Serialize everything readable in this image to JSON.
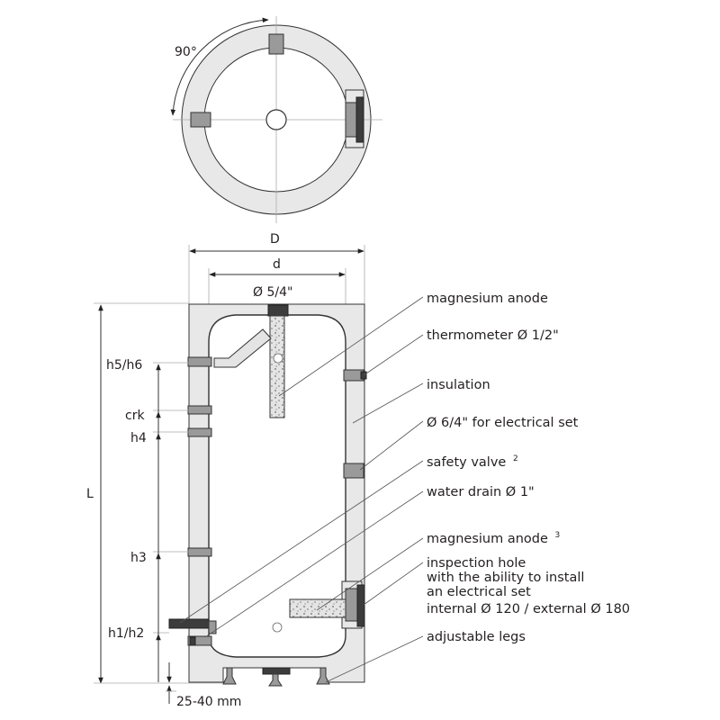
{
  "top_view": {
    "angle_label": "90°"
  },
  "dimensions": {
    "outer_diameter": "D",
    "inner_diameter": "d",
    "top_connection": "Ø 5/4\"",
    "length": "L",
    "h5_h6": "h5/h6",
    "crk": "crk",
    "h4": "h4",
    "h3": "h3",
    "h1_h2": "h1/h2",
    "leg_range": "25-40 mm"
  },
  "callouts": [
    {
      "text": "magnesium anode",
      "sup": ""
    },
    {
      "text": "thermometer Ø 1/2\"",
      "sup": ""
    },
    {
      "text": "insulation",
      "sup": ""
    },
    {
      "text": "Ø 6/4\" for electrical set",
      "sup": ""
    },
    {
      "text": "safety valve",
      "sup": "2"
    },
    {
      "text": "water drain Ø 1\"",
      "sup": ""
    },
    {
      "text": "magnesium anode",
      "sup": "3"
    },
    {
      "text": "inspection hole",
      "sup": ""
    },
    {
      "text": "with the ability to install",
      "sup": ""
    },
    {
      "text": "an electrical set",
      "sup": ""
    },
    {
      "text": "internal Ø 120 / external Ø 180",
      "sup": ""
    },
    {
      "text": "adjustable legs",
      "sup": ""
    }
  ]
}
